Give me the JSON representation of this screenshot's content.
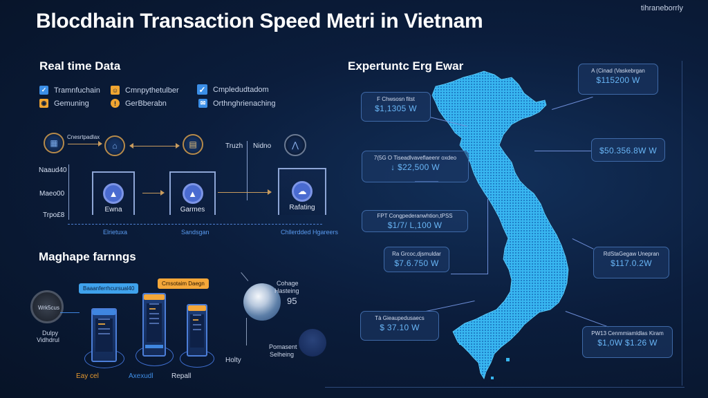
{
  "header": {
    "title": "Blocdhain Transaction Speed Metri in Vietnam",
    "brand": "tihraneborrly"
  },
  "realtime": {
    "title": "Real time Data",
    "legend": [
      {
        "label": "Tramnfuchain",
        "icon": "check-icon",
        "color": "#3b8ee6",
        "glyph": "✓"
      },
      {
        "label": "Cmnpythetulber",
        "icon": "smile-icon",
        "color": "#f0a531",
        "glyph": "☺"
      },
      {
        "label": "Cmpledudtadom",
        "icon": "checkbox-checked-icon",
        "color": "#3b8ee6",
        "glyph": "✓"
      },
      {
        "label": "Gemuning",
        "icon": "shield-icon",
        "color": "#f0a531",
        "glyph": "◉"
      },
      {
        "label": "GerBberabn",
        "icon": "alert-icon",
        "color": "#f0a531",
        "glyph": "!"
      },
      {
        "label": "Orthnghrienaching",
        "icon": "mail-icon",
        "color": "#3b8ee6",
        "glyph": "✉"
      }
    ]
  },
  "flow": {
    "top_caption": "Cnesrtpadlax",
    "top_icons": [
      {
        "name": "blockchain-chart-icon",
        "glyph": "▦"
      },
      {
        "name": "factory-icon",
        "glyph": "⌂"
      },
      {
        "name": "document-icon",
        "glyph": "▤"
      },
      {
        "name": "trend-chart-icon",
        "glyph": "⋀"
      }
    ],
    "top_labels": [
      "Truzh",
      "Nidno"
    ],
    "y_labels": [
      "Naaud40",
      "Maeo00",
      "Trpo£8"
    ],
    "nodes": [
      {
        "label": "Ewna",
        "glyph": "▲"
      },
      {
        "label": "Garmes",
        "glyph": "▲"
      },
      {
        "label": "Rafating",
        "glyph": "☁"
      }
    ],
    "bottom_captions": [
      "Elrietuxa",
      "Sandsgan",
      "Chllerdded Hgareers"
    ]
  },
  "machine": {
    "title": "Maghape farnngs",
    "disk_label": "Wrk5cus",
    "disk_caption": [
      "Dulpy",
      "Vidhdrul"
    ],
    "tag_blue": "Baaanferrhcursual40",
    "tag_orange": "Cmsotaim Daegn",
    "devices": [
      {
        "label": "Eay cel",
        "color": "#e79a2f"
      },
      {
        "label": "Axexudl",
        "color": "#3f8ee6"
      },
      {
        "label": "Repall",
        "color": "#d5ddec"
      }
    ],
    "globe_labels": {
      "top": [
        "Cohage",
        "Hasteing"
      ],
      "mark": "95",
      "bottom": [
        "Pomasent",
        "Selheing"
      ],
      "left": "Holty"
    }
  },
  "map": {
    "title": "Expertuntc Erg Ewar",
    "callouts": [
      {
        "label": "F Chwsosn fitst",
        "value": "$1,1305 W"
      },
      {
        "label": "7(5G O Tiseadlvaveflaeenr oxdeo",
        "value": "↓ $22,500 W"
      },
      {
        "label": "FPT Congpederanwhtion,tPSS",
        "value": "$1/7/ L,100 W"
      },
      {
        "label": "Ra Grcoc,djsmuldar",
        "value": "$7.6.750 W"
      },
      {
        "label": "Tà Gieaupedusaecs",
        "value": "$ 37.10 W"
      },
      {
        "label": "A (Cinad (Vaskebrgan",
        "value": "$115200 W"
      },
      {
        "label": "",
        "value": "$50.356.8W W"
      },
      {
        "label": "RdStaGegaw Unepran",
        "value": "$117.0.2W"
      },
      {
        "label": "PW13 Cenmmiamldlas Kiram",
        "value": "$1,0W $1.26 W"
      }
    ],
    "map_color": "#4fc3f7"
  }
}
